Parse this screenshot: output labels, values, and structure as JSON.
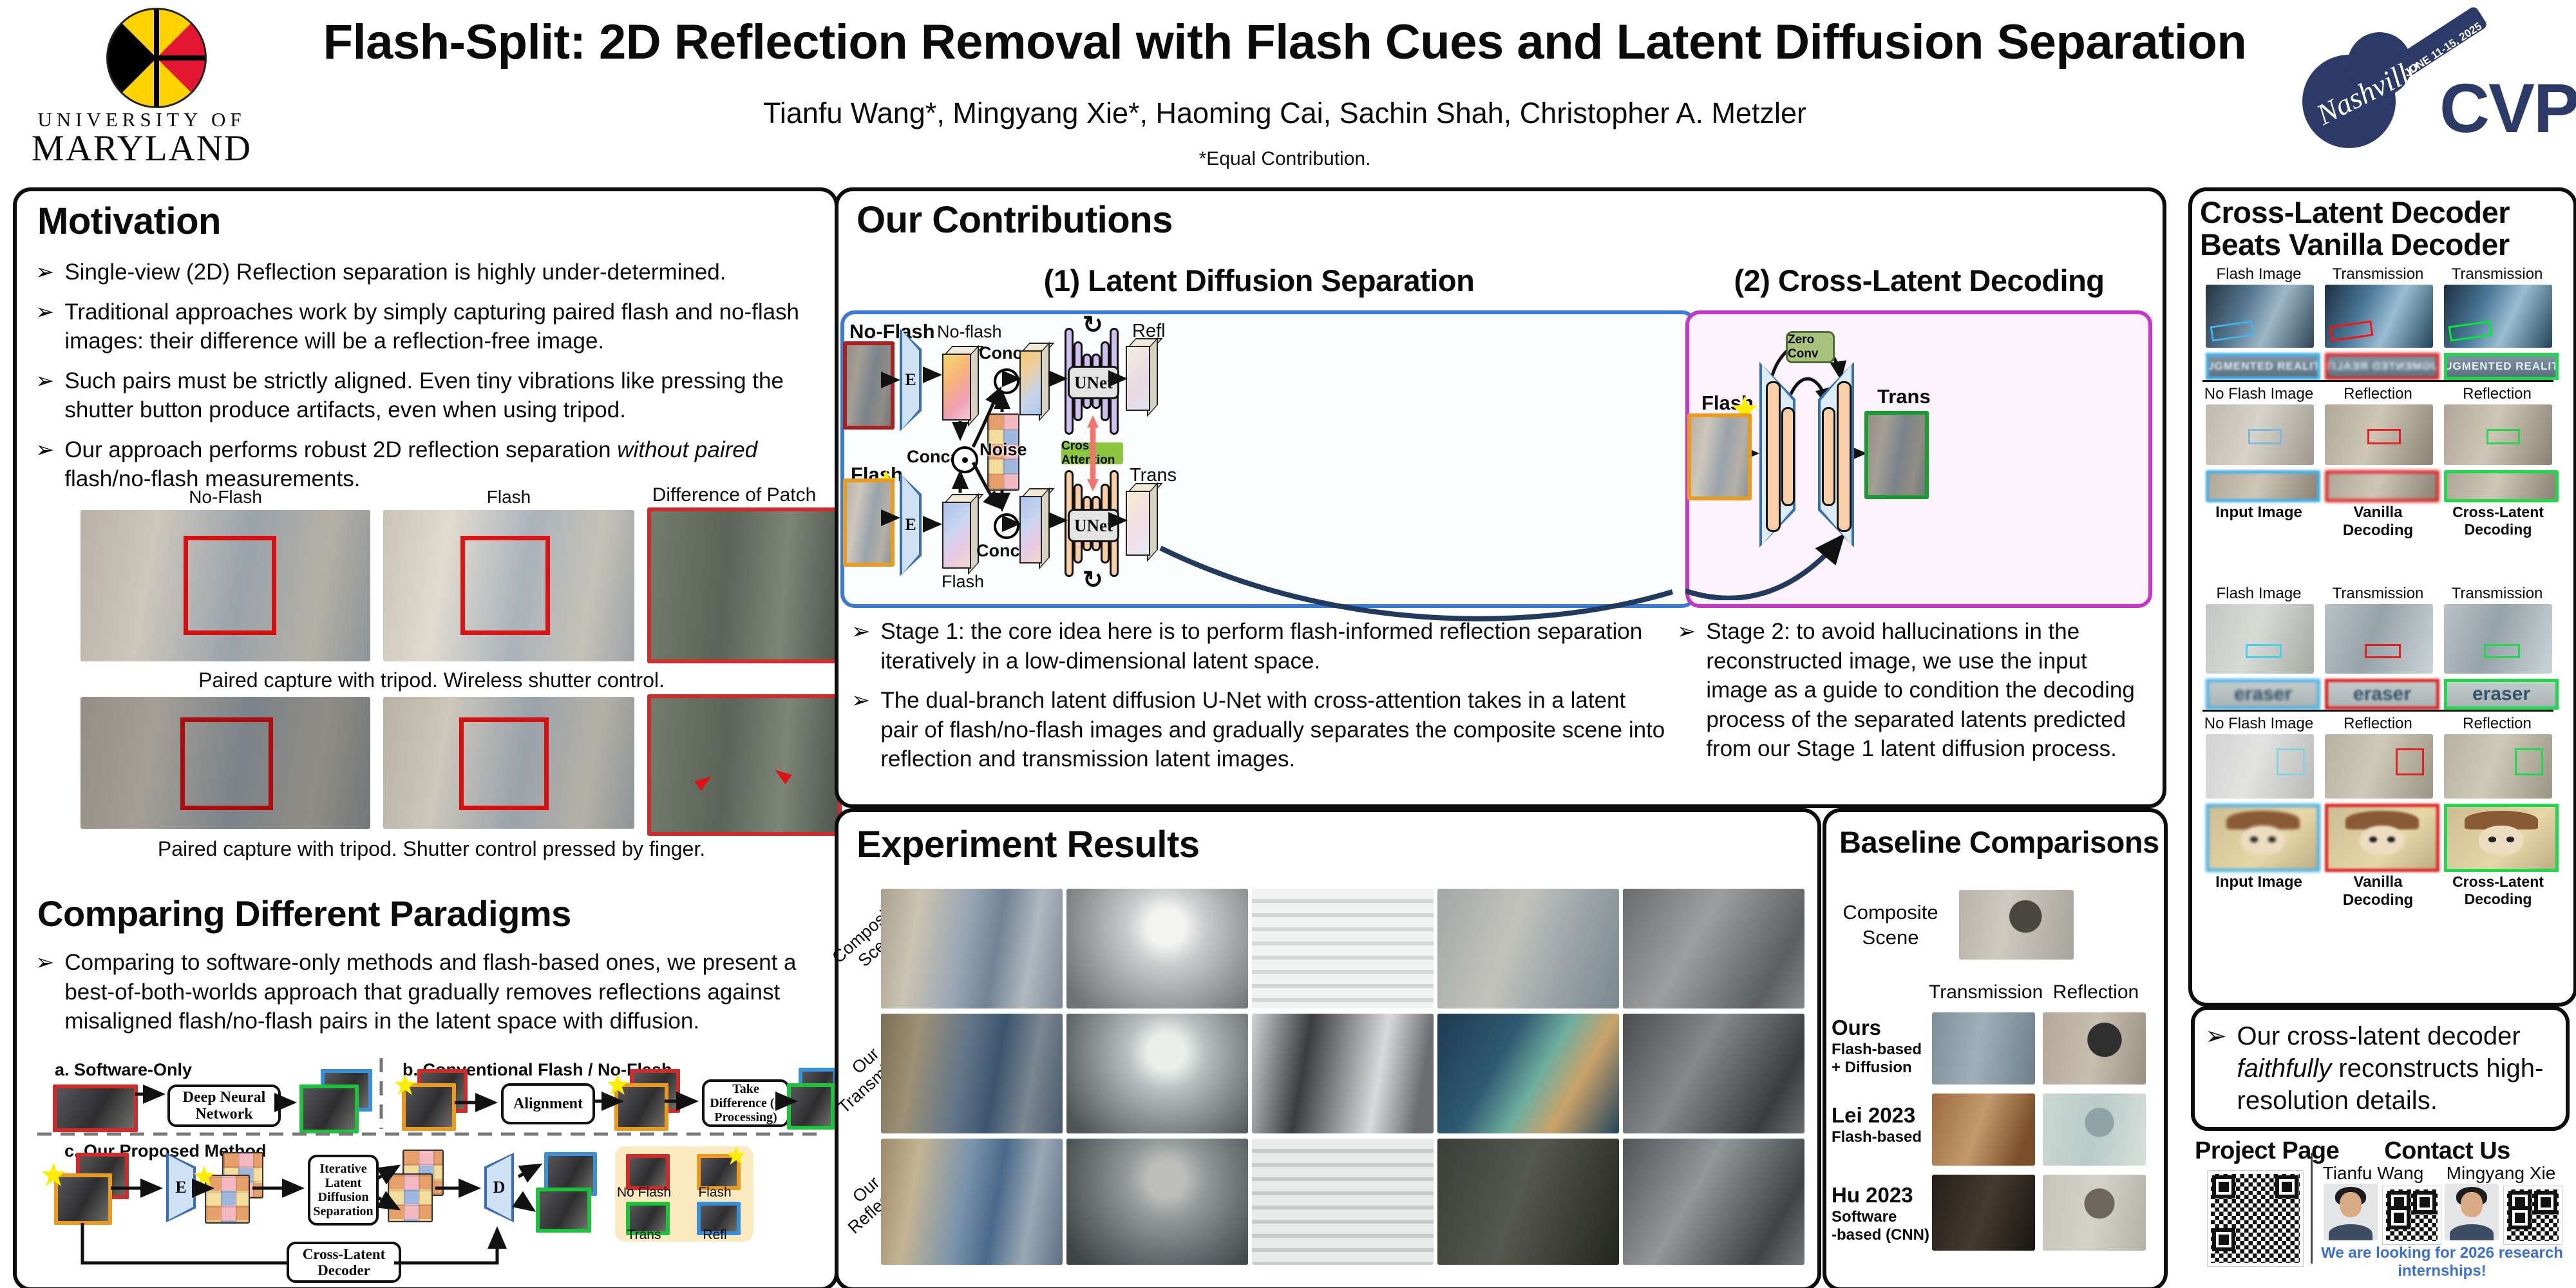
{
  "header": {
    "title": "Flash-Split: 2D Reflection Removal with Flash Cues and Latent Diffusion Separation",
    "authors": "Tianfu Wang*, Mingyang Xie*, Haoming Cai, Sachin Shah, Christopher A. Metzler",
    "equal": "*Equal Contribution.",
    "umd": {
      "line1": "UNIVERSITY OF",
      "line2": "MARYLAND"
    },
    "cvpr": {
      "city": "Nashville",
      "dates": "JUNE 11-15, 2025",
      "name": "CVPR"
    }
  },
  "motivation": {
    "heading": "Motivation",
    "b1": "Single-view (2D) Reflection separation is highly under-determined.",
    "b2": "Traditional approaches work by simply capturing paired flash and no-flash images: their difference will be a reflection-free image.",
    "b3": "Such pairs must be strictly aligned. Even tiny vibrations like pressing the shutter button produce artifacts, even when using tripod.",
    "b4_pre": "Our approach performs robust 2D reflection separation",
    "b4_italic": "without paired",
    "b4_post": "flash/no-flash measurements.",
    "fig_labels": [
      "No-Flash",
      "Flash",
      "Difference of Patch"
    ],
    "caption1": "Paired capture with tripod. Wireless shutter control.",
    "caption2": "Paired capture with tripod. Shutter control pressed by finger."
  },
  "paradigms": {
    "heading": "Comparing Different Paradigms",
    "bullet": "Comparing to software-only methods and flash-based ones, we present a best-of-both-worlds approach that gradually removes reflections against misaligned flash/no-flash pairs in the latent space with diffusion.",
    "a_label": "a. Software-Only",
    "b_label": "b. Conventional Flash / No-Flash",
    "c_label": "c. Our Proposed Method",
    "dnn": "Deep Neural Network",
    "alignment": "Alignment",
    "take_diff": "Take Difference (+ Processing)",
    "encoder": "E",
    "decoder": "D",
    "ilds": "Iterative Latent Diffusion Separation",
    "cld": "Cross-Latent Decoder",
    "legend": [
      "No Flash",
      "Flash",
      "Trans",
      "Refl"
    ]
  },
  "contributions": {
    "heading": "Our Contributions",
    "sub1": "(1) Latent Diffusion Separation",
    "sub2": "(2) Cross-Latent Decoding",
    "s1": {
      "no_flash": "No-Flash",
      "flash": "Flash",
      "e": "E",
      "lat_no_flash": "No-flash",
      "lat_flash": "Flash",
      "concat": "Concat",
      "noise": "Noise",
      "unet": "UNet",
      "cross_attn": "Cross Attention",
      "refl": "Refl",
      "trans": "Trans"
    },
    "s2": {
      "zero_conv": "Zero Conv",
      "flash": "Flash",
      "trans": "Trans"
    },
    "b1": "Stage 1: the core idea here is to perform flash-informed reflection separation iteratively in a low-dimensional latent space.",
    "b2": "The dual-branch latent diffusion U-Net with cross-attention takes in a latent pair of flash/no-flash images and gradually separates the composite scene into reflection and transmission latent images.",
    "b3": "Stage 2: to avoid hallucinations in the reconstructed image, we use the input image as a guide to condition the decoding process of the separated latents predicted from our Stage 1 latent diffusion process."
  },
  "experiments": {
    "heading": "Experiment Results",
    "rows": [
      "Composite Scene",
      "Our Transmission",
      "Our Reflection"
    ]
  },
  "baselines": {
    "heading": "Baseline Comparisons",
    "composite": "Composite Scene",
    "cols": [
      "Transmission",
      "Reflection"
    ],
    "rows": [
      {
        "name": "Ours",
        "desc1": "Flash-based",
        "desc2": "+ Diffusion"
      },
      {
        "name": "Lei 2023",
        "desc1": "Flash-based",
        "desc2": ""
      },
      {
        "name": "Hu 2023",
        "desc1": "Software",
        "desc2": "-based (CNN)"
      }
    ]
  },
  "decoder": {
    "heading1": "Cross-Latent Decoder",
    "heading2": "Beats Vanilla Decoder",
    "top_labels": [
      "Flash Image",
      "Transmission",
      "Transmission"
    ],
    "mid_labels": [
      "No Flash Image",
      "Reflection",
      "Reflection"
    ],
    "bottom_labels": [
      "Input Image",
      "Vanilla Decoding",
      "Cross-Latent Decoding"
    ],
    "crop_a": "AUGMENTED REALITY",
    "crop_b": "eraser",
    "bullet_pre": "Our cross-latent decoder",
    "bullet_italic": "faithfully",
    "bullet_post": "reconstructs high-resolution details."
  },
  "footer": {
    "project": "Project Page",
    "contact": "Contact Us",
    "names": [
      "Tianfu Wang",
      "Mingyang Xie"
    ],
    "note": "We are looking for 2026 research internships!"
  },
  "colors": {
    "accent_blue": "#3a7bd5",
    "accent_magenta": "#c538c5",
    "green_box": "#8cc63f",
    "zero_conv_green": "#a9c37e",
    "navy": "#2b3a67",
    "note_blue": "#3b6fd4",
    "frame_red": "#cf2b2b",
    "frame_orange": "#e89b1f",
    "frame_green": "#1fc23c",
    "frame_blue": "#3a8fd9"
  }
}
